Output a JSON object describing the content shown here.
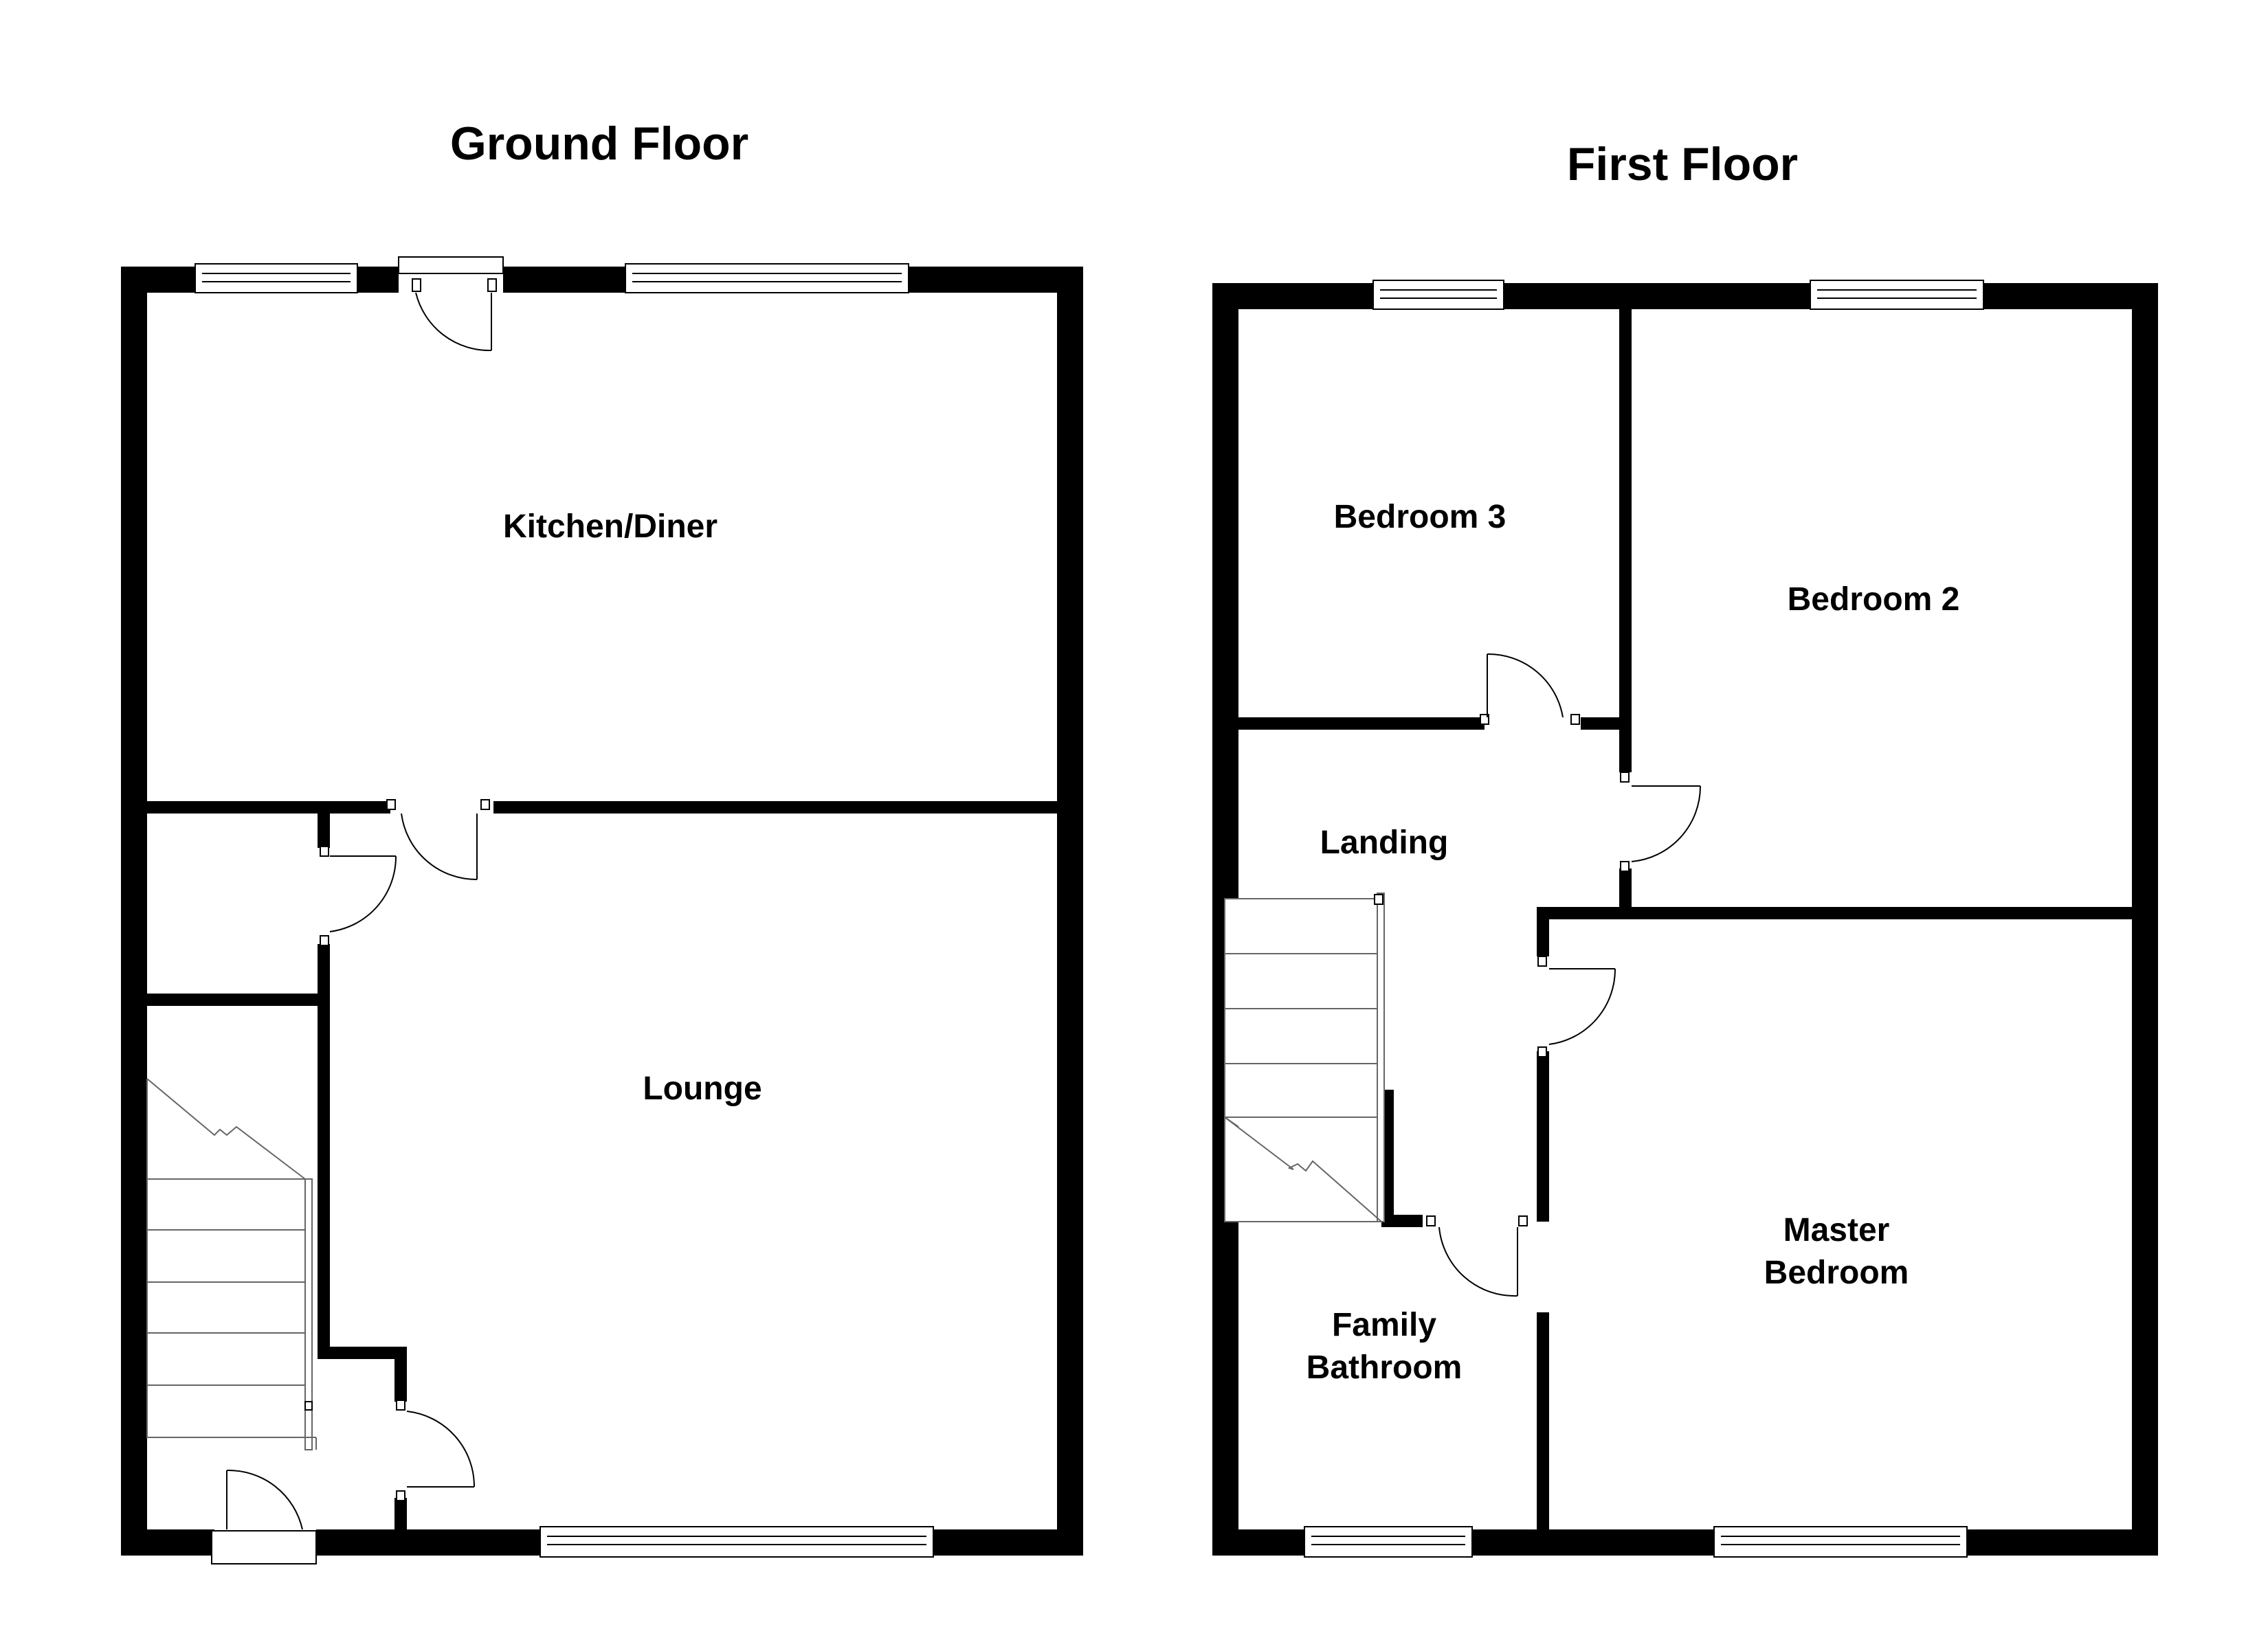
{
  "floors": {
    "ground": {
      "title": "Ground Floor",
      "rooms": {
        "kitchen": "Kitchen/Diner",
        "lounge": "Lounge"
      }
    },
    "first": {
      "title": "First Floor",
      "rooms": {
        "bedroom3": "Bedroom 3",
        "bedroom2": "Bedroom 2",
        "landing": "Landing",
        "master_line1": "Master",
        "master_line2": "Bedroom",
        "bathroom_line1": "Family",
        "bathroom_line2": "Bathroom"
      }
    }
  },
  "colors": {
    "wall": "#000000",
    "background": "#ffffff",
    "stairs": "#666666"
  }
}
